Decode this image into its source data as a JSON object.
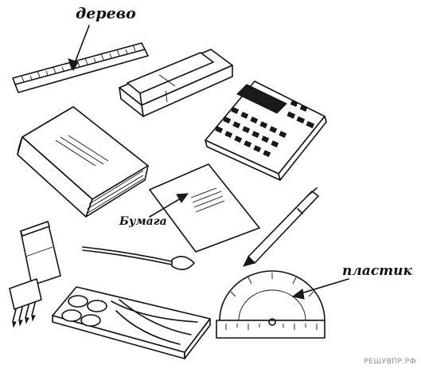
{
  "labels": {
    "wood": "дерево",
    "paper": "Бумага",
    "plastic": "пластик"
  },
  "watermark": "РЕШУВПР.РФ",
  "objects": [
    "ruler-icon",
    "pencil-case-icon",
    "calculator-icon",
    "book-icon",
    "notebook-icon",
    "pen-icon",
    "eraser-icon",
    "pencils-icon",
    "paintbrush-icon",
    "watercolor-paint-box-icon",
    "protractor-icon"
  ],
  "colors": {
    "ink": "#111111",
    "background": "#ffffff",
    "watermark": "#8a8a8a"
  }
}
